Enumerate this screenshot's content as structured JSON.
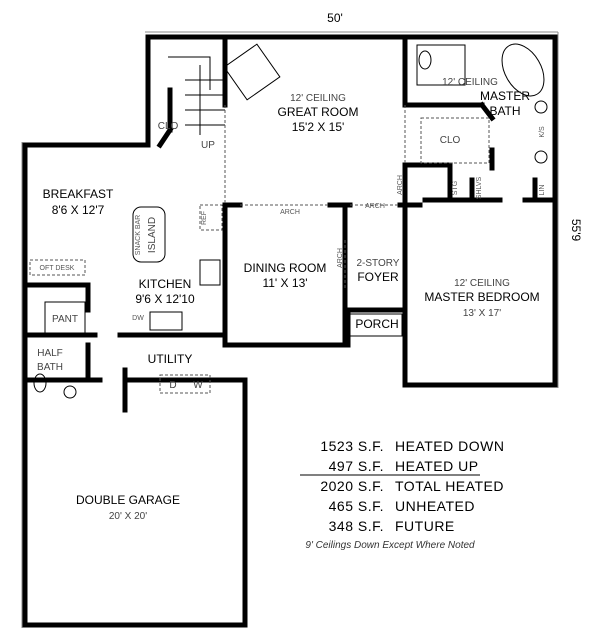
{
  "dimensions": {
    "width": "50'",
    "depth": "55'9"
  },
  "rooms": {
    "great_room": {
      "ceiling": "12' CEILING",
      "name": "GREAT ROOM",
      "size": "15'2 X 15'"
    },
    "master_bath": {
      "ceiling": "12' CEILING",
      "name_line1": "MASTER",
      "name_line2": "BATH",
      "closet": "CLO",
      "lin": "LIN",
      "ks": "K/S",
      "stg": "STG",
      "shlvs": "SHLVS"
    },
    "breakfast": {
      "name": "BREAKFAST",
      "size": "8'6 X 12'7",
      "desk": "OFT DESK"
    },
    "kitchen": {
      "name": "KITCHEN",
      "size": "9'6 X 12'10",
      "snack_bar": "SNACK BAR",
      "island": "ISLAND",
      "ref": "REF",
      "dw": "DW"
    },
    "dining_room": {
      "name": "DINING ROOM",
      "size": "11' X 13'",
      "arch": "ARCH"
    },
    "foyer": {
      "label": "2-STORY",
      "name": "FOYER",
      "arch_top": "ARCH",
      "arch_side": "ARCH",
      "arch_great": "ARCH"
    },
    "porch": {
      "name": "PORCH"
    },
    "master_bedroom": {
      "ceiling": "12' CEILING",
      "name": "MASTER BEDROOM",
      "size": "13' X 17'"
    },
    "utility": {
      "name": "UTILITY",
      "dryer": "D",
      "washer": "W"
    },
    "pantry": {
      "name": "PANT"
    },
    "half_bath": {
      "line1": "HALF",
      "line2": "BATH"
    },
    "stair_closet": {
      "name": "CLO",
      "up": "UP"
    },
    "garage": {
      "name": "DOUBLE GARAGE",
      "size": "20' X 20'"
    }
  },
  "stats": [
    {
      "value": "1523 S.F.",
      "label": "HEATED DOWN"
    },
    {
      "value": "497 S.F.",
      "label": "HEATED UP"
    },
    {
      "value": "2020 S.F.",
      "label": "TOTAL HEATED"
    },
    {
      "value": "465 S.F.",
      "label": "UNHEATED"
    },
    {
      "value": "348 S.F.",
      "label": "FUTURE"
    }
  ],
  "note": "9' Ceilings Down Except Where Noted"
}
